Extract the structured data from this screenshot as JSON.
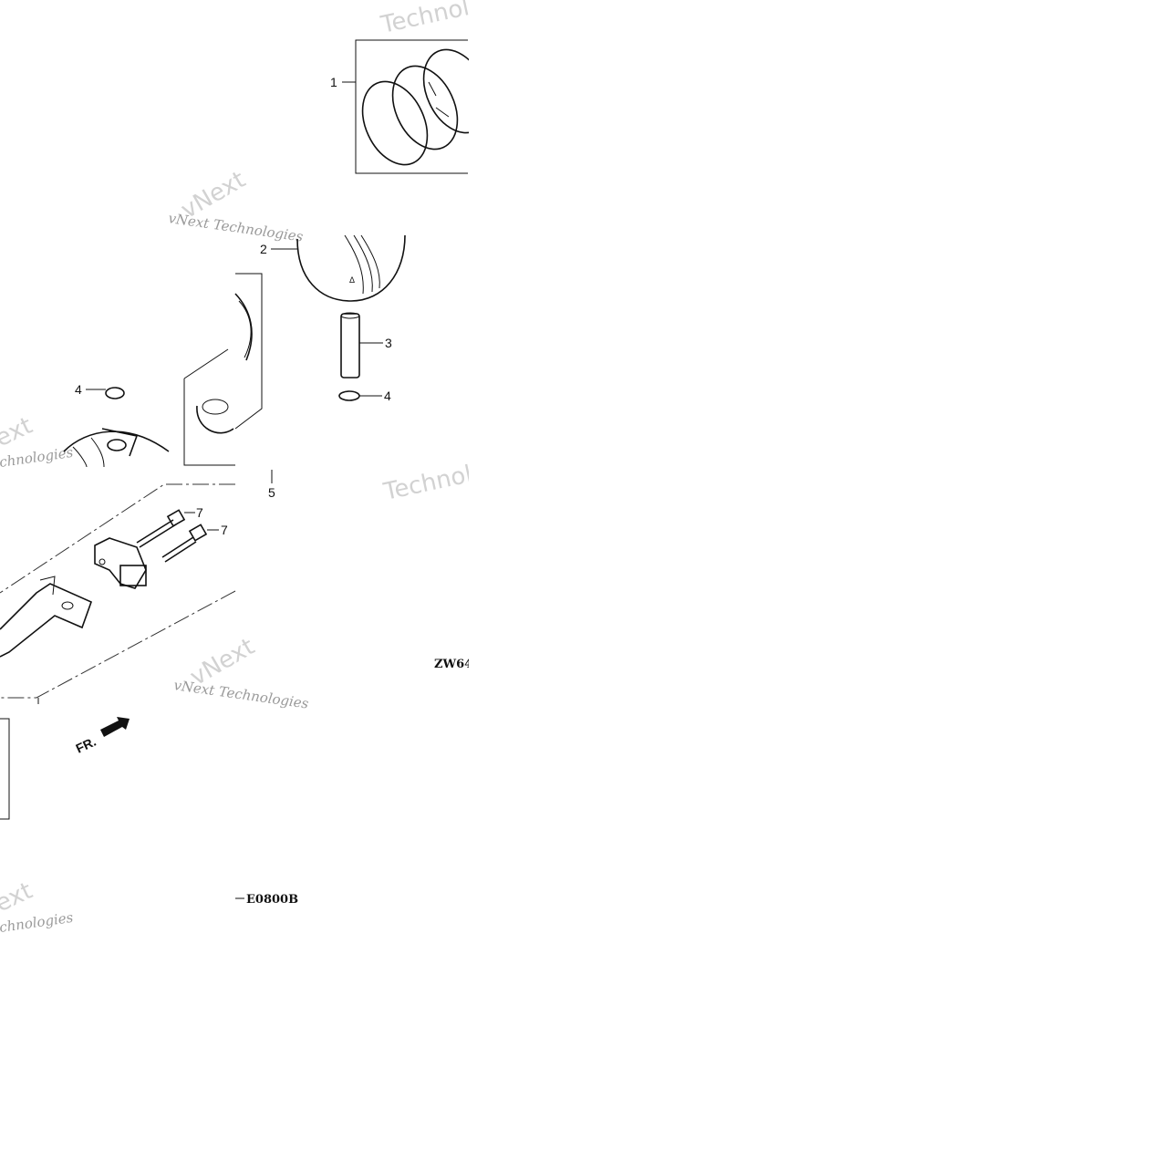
{
  "callouts": {
    "c1": "1",
    "c2": "2",
    "c3": "3",
    "c4a": "4",
    "c4b": "4",
    "c5": "5",
    "c7a": "7",
    "c7b": "7"
  },
  "codes": {
    "section": "ZW64",
    "drawing": "E0800B"
  },
  "direction_label": "FR.",
  "watermarks": {
    "company_short": "Technologies",
    "company_full": "vNext Technologies",
    "fragment_a": "vNext",
    "fragment_b": "Techno",
    "fragment_c": "ext",
    "fragment_d": "chnologies"
  }
}
